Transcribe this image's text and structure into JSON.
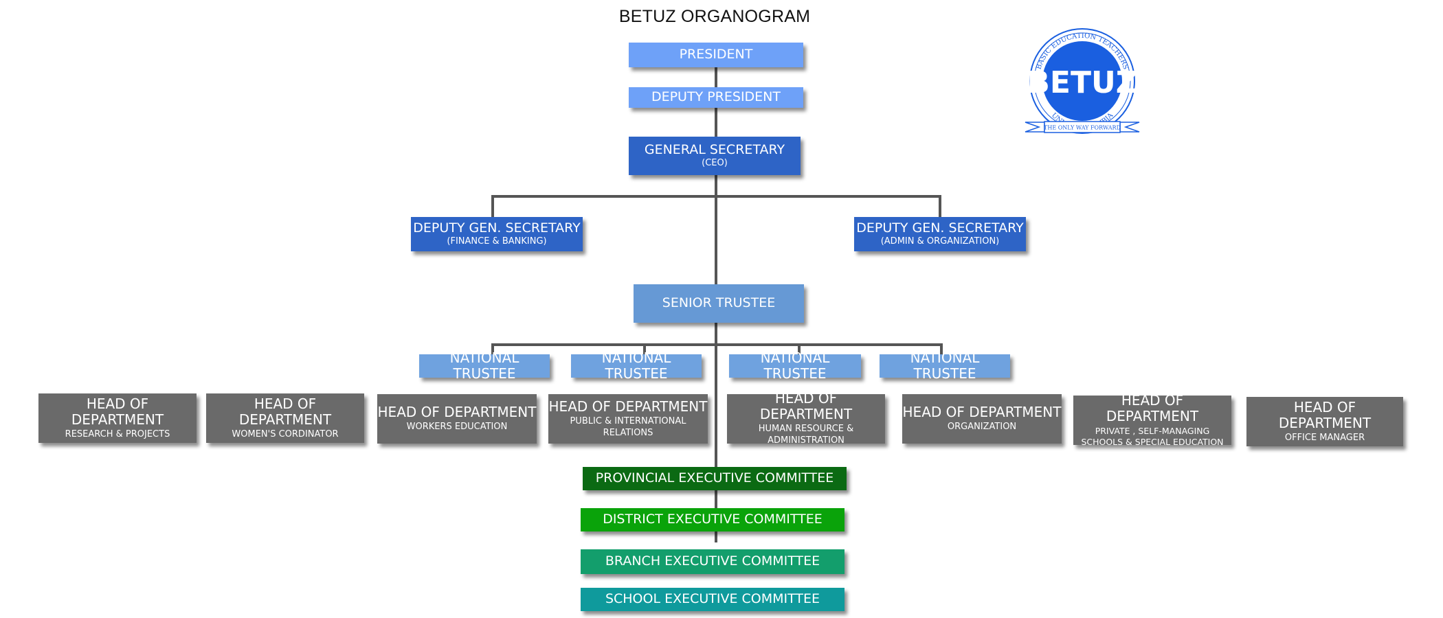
{
  "title": "BETUZ ORGANOGRAM",
  "top": {
    "president": "PRESIDENT",
    "deputy_president": "DEPUTY PRESIDENT",
    "gen_sec": {
      "label": "GENERAL SECRETARY",
      "sub": "(CEO)"
    }
  },
  "deputies": [
    {
      "label": "DEPUTY GEN. SECRETARY",
      "sub": "(FINANCE & BANKING)"
    },
    {
      "label": "DEPUTY GEN. SECRETARY",
      "sub": "(ADMIN & ORGANIZATION)"
    }
  ],
  "senior_trustee": "SENIOR TRUSTEE",
  "trustees": [
    "NATIONAL TRUSTEE",
    "NATIONAL TRUSTEE",
    "NATIONAL TRUSTEE",
    "NATIONAL TRUSTEE"
  ],
  "departments": [
    {
      "label": "HEAD OF DEPARTMENT",
      "sub": "RESEARCH & PROJECTS"
    },
    {
      "label": "HEAD OF DEPARTMENT",
      "sub": "WOMEN'S CORDINATOR"
    },
    {
      "label": "HEAD OF DEPARTMENT",
      "sub": "WORKERS EDUCATION"
    },
    {
      "label": "HEAD OF DEPARTMENT",
      "sub": "PUBLIC & INTERNATIONAL RELATIONS"
    },
    {
      "label": "HEAD OF DEPARTMENT",
      "sub": "HUMAN RESOURCE & ADMINISTRATION"
    },
    {
      "label": "HEAD OF DEPARTMENT",
      "sub": "ORGANIZATION"
    },
    {
      "label": "HEAD OF DEPARTMENT",
      "sub": "PRIVATE , SELF-MANAGING SCHOOLS & SPECIAL EDUCATION"
    },
    {
      "label": "HEAD OF DEPARTMENT",
      "sub": "OFFICE MANAGER"
    }
  ],
  "committees": [
    "PROVINCIAL EXECUTIVE COMMITTEE",
    "DISTRICT EXECUTIVE COMMITTEE",
    "BRANCH EXECUTIVE COMMITTEE",
    "SCHOOL EXECUTIVE COMMITTEE"
  ],
  "logo": {
    "text": "BETUZ",
    "ring_top": "BASIC EDUCATION TEACHERS",
    "ring_bottom": "UNION OF ZAMBIA",
    "ribbon": "THE ONLY WAY FORWARD",
    "color": "#1a5fe0"
  }
}
